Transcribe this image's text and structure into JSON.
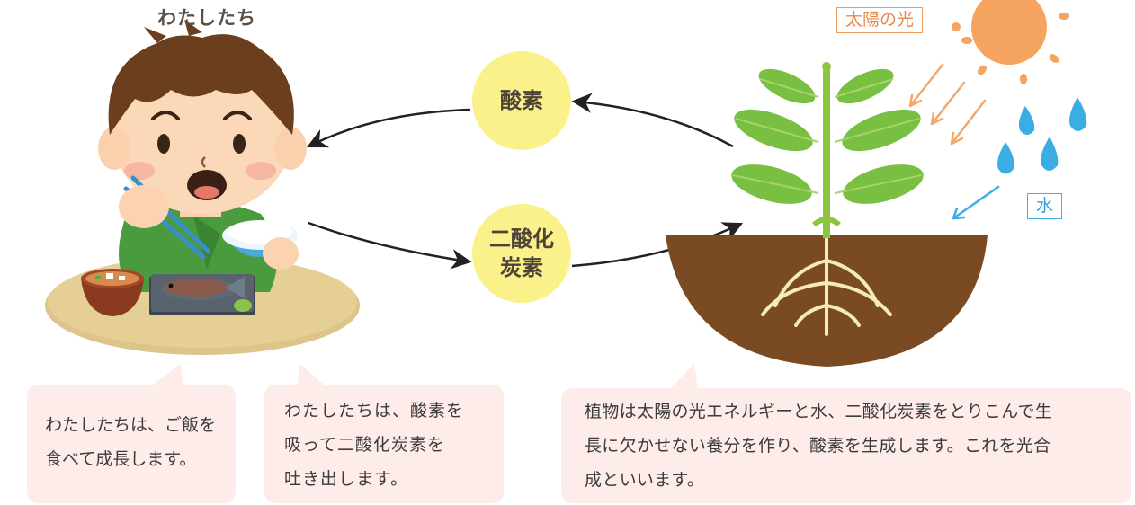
{
  "diagram": {
    "title_people": "わたしたち",
    "node_oxygen": "酸素",
    "node_co2": "二酸化\n炭素",
    "label_sunlight": "太陽の光",
    "label_water": "水",
    "bubble_people_eat": "わたしたちは、ご飯を\n食べて成長します。",
    "bubble_people_breathe": "わたしたちは、酸素を\n吸って二酸化炭素を\n吐き出します。",
    "bubble_plant": "植物は太陽の光エネルギーと水、二酸化炭素をとりこんで生\n長に欠かせない養分を作り、酸素を生成します。これを光合\n成といいます。"
  },
  "colors": {
    "node_fill": "#fbf18a",
    "bubble_fill": "#fdecea",
    "sun": "#f4a45e",
    "water": "#3aaee3",
    "soil": "#7a4b22",
    "leaf": "#7cc243"
  }
}
